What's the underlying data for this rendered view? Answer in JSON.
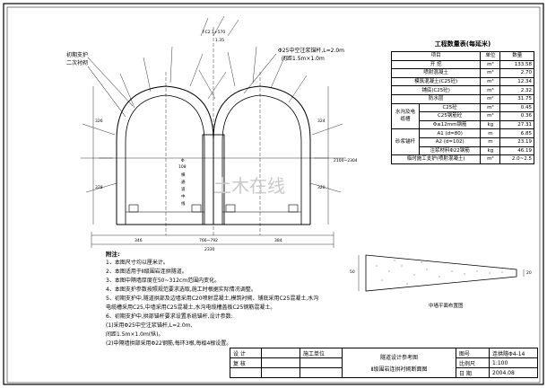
{
  "section": {
    "dim_labels": [
      "FC2.1+570",
      "1.35",
      "326",
      "324",
      "328",
      "320",
      "346",
      "766~792",
      "384",
      "2330",
      "2100~2304"
    ],
    "callouts": {
      "rebar_note_1": "Φ25中空注浆锚杆,L=2.0m",
      "rebar_note_2": "间距1.5m×1.0m",
      "support_label_1": "初期支护",
      "support_label_2": "二次衬砌",
      "pipe_label_1": "Φ",
      "pipe_label_2": "108",
      "pipe_label_3": "横",
      "pipe_label_4": "通",
      "pipe_label_5": "道",
      "pipe_label_6": "中",
      "pipe_label_7": "线"
    }
  },
  "quantities": {
    "title": "工程数量表(每延米)",
    "headers": [
      "项目",
      "单位",
      "数量"
    ],
    "rows": [
      {
        "item": "开 挖",
        "unit": "m³",
        "value": "133.58"
      },
      {
        "item": "喷射混凝土",
        "unit": "m³",
        "value": "2.70"
      },
      {
        "item": "模筑混凝土(C25砼)",
        "unit": "m³",
        "value": "12.34"
      },
      {
        "item": "铺底(C25砼)",
        "unit": "m³",
        "value": "2.32"
      },
      {
        "item": "防水层",
        "unit": "m²",
        "value": "31.75"
      },
      {
        "group": "水沟及电缆槽",
        "item": "C25砼",
        "unit": "m³",
        "value": "0.45"
      },
      {
        "group": "",
        "item": "C25钢筋砼",
        "unit": "m³",
        "value": "0.36"
      },
      {
        "group": "",
        "item": "Φ≤12mm钢筋",
        "unit": "kg",
        "value": "27.31"
      },
      {
        "group": "砂浆锚杆",
        "item": "A1 (d=80)",
        "unit": "m",
        "value": "6.85"
      },
      {
        "group": "",
        "item": "A2 (d=102)",
        "unit": "m",
        "value": "23.19"
      },
      {
        "group": "",
        "item": "注浆材料Φ22钢筋",
        "unit": "kg",
        "value": "46.19"
      },
      {
        "item": "临时施工支护(喷射混凝土)",
        "unit": "m³",
        "value": "2.0~2.5"
      }
    ]
  },
  "plan": {
    "label": "中墙平面布置图",
    "dim_left": "50",
    "dim_right": "20"
  },
  "watermark": "土木在线",
  "notes": {
    "heading": "附注:",
    "lines": [
      "1、本图尺寸均以厘米计。",
      "2、本图适用于Ⅱ级围岩连拱隧道。",
      "3、本图中隔墙厚度在50~312cm范围内变化。",
      "4、本图支护参数按照规范要求选取,施工时根据实际情况调整。",
      "5、初期支护中,隧道拱部及边墙采用C20喷射混凝土,模筑衬砌、铺底采用C25混凝土,水沟",
      "   电缆槽采用C25,中墙采用C25混凝土,水沟电缆槽盖板C25钢筋混凝土。",
      "6、初期支护中,拱部锚杆要求设置系统锚杆,设计参数:",
      "   (1)采用Φ25中空注浆锚杆,L=2.0m,",
      "      间距1.5m×1.0m(纵)。",
      "   (2)中隔墙拱部采用Φ22钢筋,每环3根,每榀4根设置。"
    ]
  },
  "title_block": {
    "r1c1": "设 计",
    "r1c3": "施工单位",
    "r2c1": "复 核",
    "title_line1": "隧道设计参考图",
    "title_line2": "Ⅱ级围岩连拱衬砌断面图",
    "drawing_no_label": "图号",
    "drawing_no": "连拱隧Φ4-14",
    "scale_label": "比例尺",
    "scale": "1:100",
    "date_label": "日 期",
    "date": "2004.08"
  }
}
